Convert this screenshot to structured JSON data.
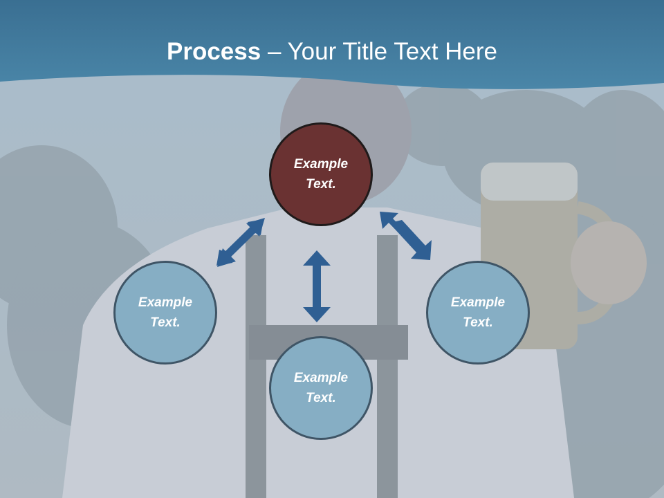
{
  "slide": {
    "title_bold": "Process",
    "title_rest": " – Your Title Text Here"
  },
  "nodes": [
    {
      "id": "top",
      "label": "Example Text.",
      "color": "#6a3232"
    },
    {
      "id": "left",
      "label": "Example Text.",
      "color": "#86aec4"
    },
    {
      "id": "bottom",
      "label": "Example Text.",
      "color": "#86aec4"
    },
    {
      "id": "right",
      "label": "Example Text.",
      "color": "#86aec4"
    }
  ],
  "colors": {
    "header_band": "#3e7799",
    "arrow": "#2f5f93",
    "background_overlay": "#b6c4cf"
  }
}
